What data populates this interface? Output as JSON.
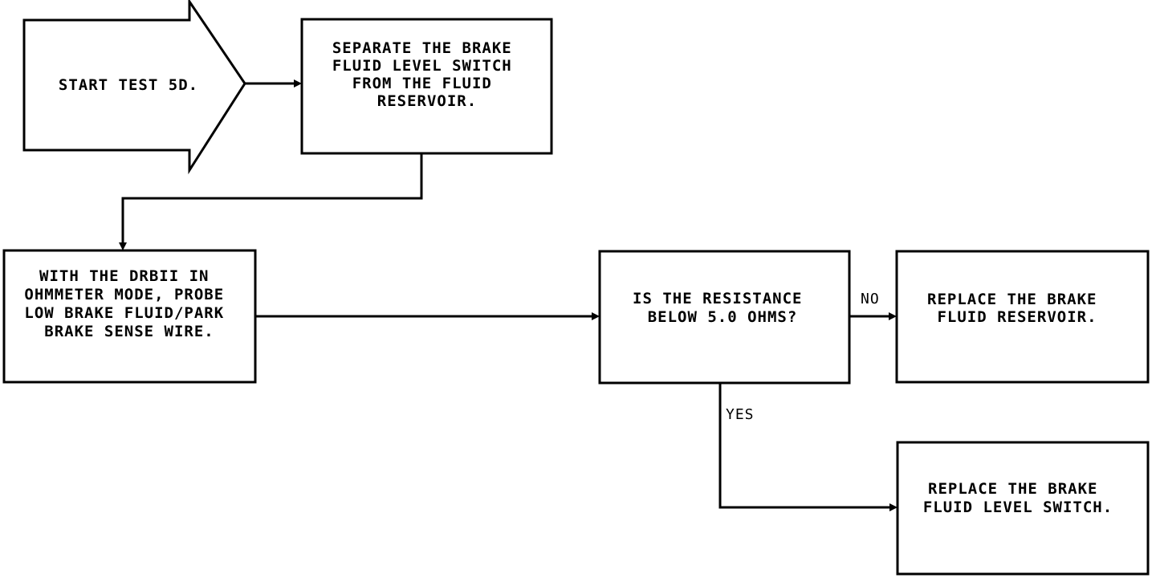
{
  "diagram": {
    "start": {
      "lines": [
        "START TEST 5D."
      ]
    },
    "separate": {
      "lines": [
        "SEPARATE THE BRAKE",
        "FLUID LEVEL SWITCH",
        "FROM THE FLUID",
        "RESERVOIR."
      ]
    },
    "probe": {
      "lines": [
        "WITH THE DRBII IN",
        "OHMMETER MODE, PROBE",
        "LOW BRAKE FLUID/PARK",
        "BRAKE SENSE WIRE."
      ]
    },
    "question": {
      "lines": [
        "IS THE RESISTANCE",
        "BELOW 5.0 OHMS?"
      ]
    },
    "replace_reservoir": {
      "lines": [
        "REPLACE THE BRAKE",
        "FLUID RESERVOIR."
      ]
    },
    "replace_switch": {
      "lines": [
        "REPLACE THE BRAKE",
        "FLUID LEVEL SWITCH."
      ]
    },
    "branches": {
      "no": "NO",
      "yes": "YES"
    }
  }
}
